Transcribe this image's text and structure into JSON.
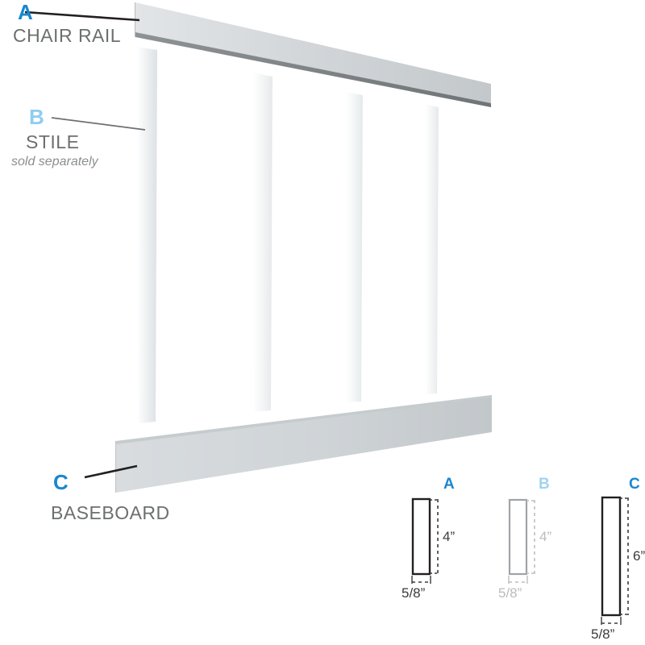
{
  "diagram": {
    "title_alt": "Wainscoting panel kit component diagram",
    "colors": {
      "accent_dark_blue": "#1a87cf",
      "accent_light_blue": "#8ecdf0",
      "label_gray": "#6c6f70",
      "note_gray": "#8b8e90",
      "board_gray_light": "#dfe2e4",
      "board_gray_dark": "#bcc1c4",
      "stile_white": "#f3f5f6",
      "outline_dark": "#231f20",
      "outline_light": "#9a9da0",
      "background": "#ffffff"
    },
    "callouts": [
      {
        "letter": "A",
        "name": "CHAIR RAIL",
        "note": "",
        "letter_style": "dark-blue",
        "leader": "solid-black"
      },
      {
        "letter": "B",
        "name": "STILE",
        "note": "sold separately",
        "letter_style": "light-blue",
        "leader": "thin-gray"
      },
      {
        "letter": "C",
        "name": "BASEBOARD",
        "note": "",
        "letter_style": "dark-blue",
        "leader": "solid-black"
      }
    ],
    "cross_sections": [
      {
        "letter": "A",
        "letter_style": "dark-blue",
        "height_label": "4”",
        "width_label": "5/8”",
        "outline_style": "dark"
      },
      {
        "letter": "B",
        "letter_style": "light-blue",
        "height_label": "4”",
        "width_label": "5/8”",
        "outline_style": "light"
      },
      {
        "letter": "C",
        "letter_style": "dark-blue",
        "height_label": "6”",
        "width_label": "5/8”",
        "outline_style": "dark"
      }
    ],
    "stile_count": 4
  }
}
